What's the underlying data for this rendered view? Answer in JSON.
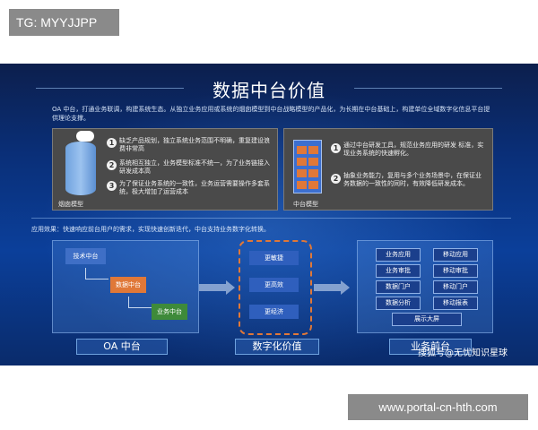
{
  "top_tag": "TG: MYYJJPP",
  "bottom_url": "www.portal-cn-hth.com",
  "slide": {
    "title": "数据中台价值",
    "intro": "OA 中台，打通业务联调，构建系统生态。从独立业务应用或系统的烟囱模型到中台战略模型的产品化，为长期在中台基础上，构建单位全域数字化信息平台提供理论支撑。",
    "left_panel": {
      "caption": "烟囱模型",
      "items": [
        {
          "num": "1",
          "text": "缺乏产品规划，独立系统业务范围不明确，重复建设浪费非常高"
        },
        {
          "num": "2",
          "text": "系统相互独立，业务模型标准不统一，为了业务链接入研发成本高"
        },
        {
          "num": "3",
          "text": "为了保证业务系统的一致性，业务运营需要操作多套系统，极大增加了运营成本"
        }
      ]
    },
    "right_panel": {
      "caption": "中台模型",
      "items": [
        {
          "num": "1",
          "text": "通过中台研发工具，规范业务应用的研发 标准，实现业务系统的快速孵化。"
        },
        {
          "num": "2",
          "text": "抽象业务能力，复用与多个业务场景中，在保证业务数据的一致性的同时，有效降低研发成本。"
        }
      ]
    },
    "effect_text": "应用效果：快速响应前台用户的需求，实现快速创新迭代，中台支持业务数字化转换。",
    "oa": {
      "label": "OA 中台",
      "boxes": [
        "技术中台",
        "数据中台",
        "业务中台"
      ]
    },
    "digital": {
      "label": "数字化价值",
      "boxes": [
        "更敏捷",
        "更高效",
        "更经济"
      ]
    },
    "frontend": {
      "label": "业务前台",
      "apps": [
        "业务应用",
        "移动应用",
        "业务审批",
        "移动审批",
        "数据门户",
        "移动门户",
        "数据分析",
        "移动报表"
      ],
      "wide": "展示大屏"
    },
    "watermark": "搜狐号@无忧知识星球"
  },
  "colors": {
    "tech": "#3f6fc6",
    "data": "#e07838",
    "business": "#3e8a3a",
    "app_box": "#1b3f8c"
  }
}
